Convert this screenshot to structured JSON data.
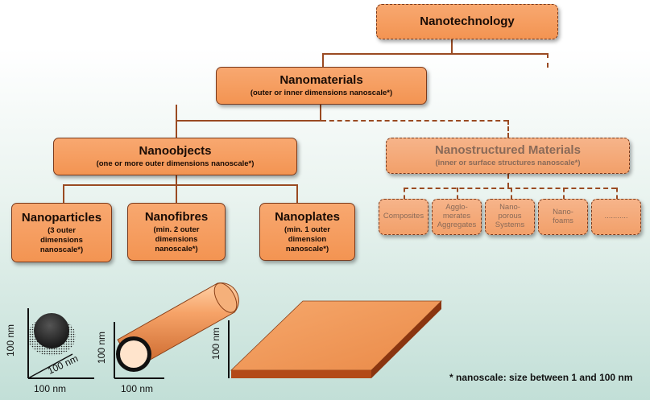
{
  "nanotechnology": {
    "title": "Nanotechnology"
  },
  "nanomaterials": {
    "title": "Nanomaterials",
    "sub": "(outer or inner dimensions nanoscale*)"
  },
  "nanoobjects": {
    "title": "Nanoobjects",
    "sub": "(one or more outer dimensions nanoscale*)"
  },
  "nanostructured": {
    "title": "Nanostructured Materials",
    "sub": "(inner or surface structures nanoscale*)"
  },
  "nanoparticles": {
    "title": "Nanoparticles",
    "sub1": "(3 outer",
    "sub2": "dimensions",
    "sub3": "nanoscale*)"
  },
  "nanofibres": {
    "title": "Nanofibres",
    "sub1": "(min. 2 outer",
    "sub2": "dimensions",
    "sub3": "nanoscale*)"
  },
  "nanoplates": {
    "title": "Nanoplates",
    "sub1": "(min. 1 outer",
    "sub2": "dimension",
    "sub3": "nanoscale*)"
  },
  "sub_types": {
    "composites": "Composites",
    "agglo1": "Agglo-",
    "agglo2": "merates",
    "agglo3": "Aggregates",
    "porous1": "Nano-",
    "porous2": "porous",
    "porous3": "Systems",
    "foams1": "Nano-",
    "foams2": "foams",
    "more": "..........."
  },
  "labels": {
    "particle_y": "100 nm",
    "particle_z": "100 nm",
    "particle_x": "100 nm",
    "fibre_y": "100 nm",
    "fibre_x": "100 nm",
    "plate_y": "100 nm"
  },
  "footnote": "* nanoscale: size between 1 and 100 nm",
  "colors": {
    "box_fill": "#f39452",
    "border": "#7a3a1c",
    "line": "#9a4a22"
  }
}
